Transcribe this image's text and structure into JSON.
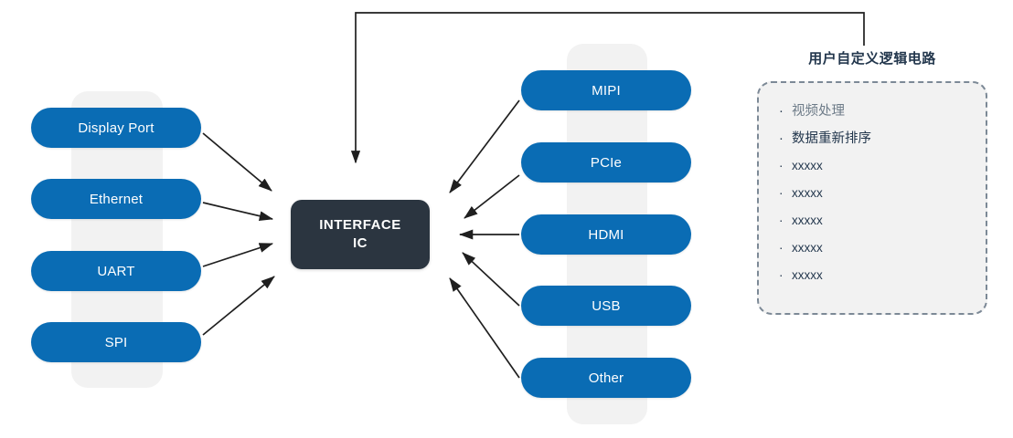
{
  "center": {
    "line1": "INTERFACE",
    "line2": "IC",
    "bg_color": "#2b3540"
  },
  "colors": {
    "pill_blue": "#0a6cb4",
    "strip_gray": "#f2f2f2",
    "dark_navy": "#23374d",
    "dashed_border": "#7c8996",
    "arrow": "#1f1f1f"
  },
  "left_column": {
    "items": [
      {
        "label": "Display Port"
      },
      {
        "label": "Ethernet"
      },
      {
        "label": "UART"
      },
      {
        "label": "SPI"
      }
    ]
  },
  "right_column": {
    "items": [
      {
        "label": "MIPI"
      },
      {
        "label": "PCIe"
      },
      {
        "label": "HDMI"
      },
      {
        "label": "USB"
      },
      {
        "label": "Other"
      }
    ]
  },
  "custom_logic": {
    "title": "用户自定义逻辑电路",
    "bullet": "·",
    "items": [
      {
        "label": "视频处理"
      },
      {
        "label": "数据重新排序"
      },
      {
        "label": "xxxxx"
      },
      {
        "label": "xxxxx"
      },
      {
        "label": "xxxxx"
      },
      {
        "label": "xxxxx"
      },
      {
        "label": "xxxxx"
      }
    ]
  }
}
